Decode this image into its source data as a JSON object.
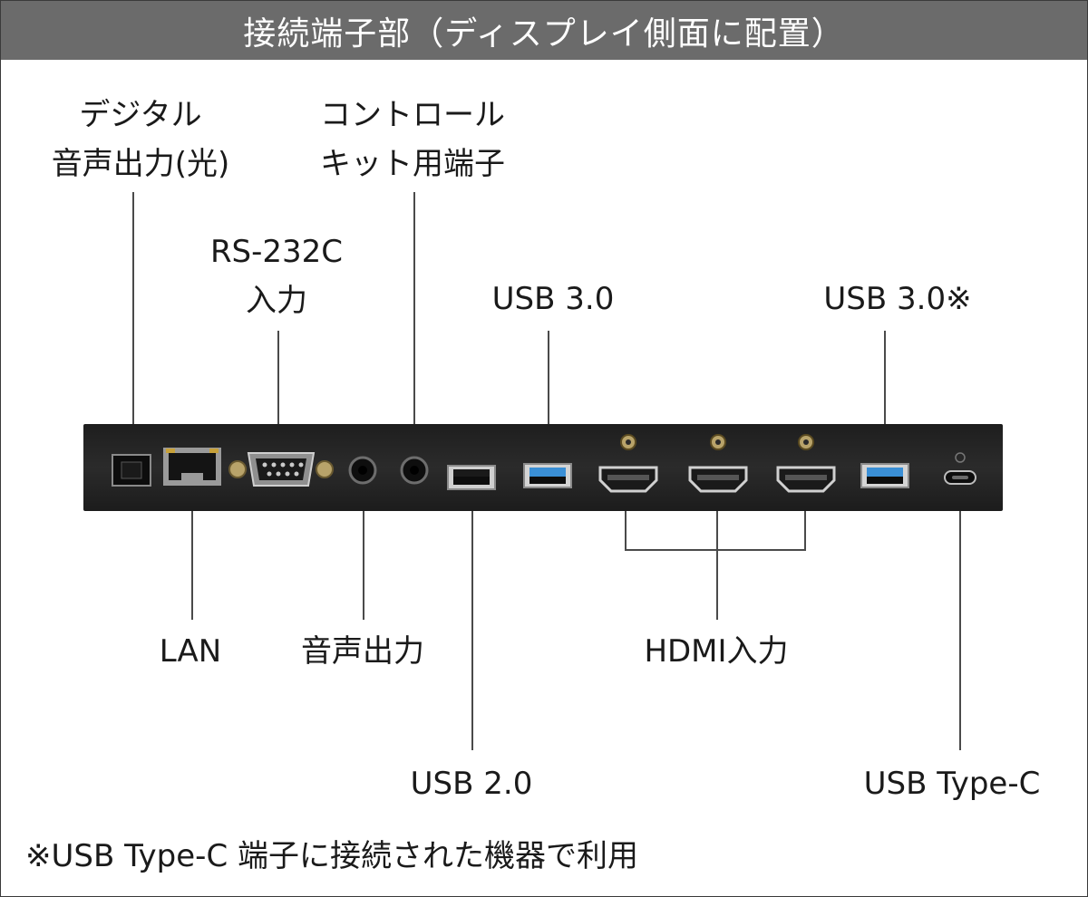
{
  "header": {
    "title": "接続端子部（ディスプレイ側面に配置）"
  },
  "labels": {
    "optical_line1": "デジタル",
    "optical_line2": "音声出力(光)",
    "control_line1": "コントロール",
    "control_line2": "キット用端子",
    "rs232c_line1": "RS-232C",
    "rs232c_line2": "入力",
    "usb30_a": "USB 3.0",
    "usb30_b": "USB 3.0※",
    "lan": "LAN",
    "audio_out": "音声出力",
    "hdmi": "HDMI入力",
    "usb20": "USB 2.0",
    "usbc": "USB Type-C"
  },
  "footnote": "※USB Type-C  端子に接続された機器で利用",
  "colors": {
    "header_bg": "#6b6b6b",
    "panel_bg": "#232323",
    "usb3_blue": "#3a8fd6",
    "lan_led": "#c7a13a"
  },
  "icons": [
    "optical-port-icon",
    "lan-port-icon",
    "rs232c-port-icon",
    "audio-jack-icon",
    "control-jack-icon",
    "usb2-port-icon",
    "usb3-port-icon",
    "hdmi-port-icon",
    "usbc-port-icon"
  ]
}
